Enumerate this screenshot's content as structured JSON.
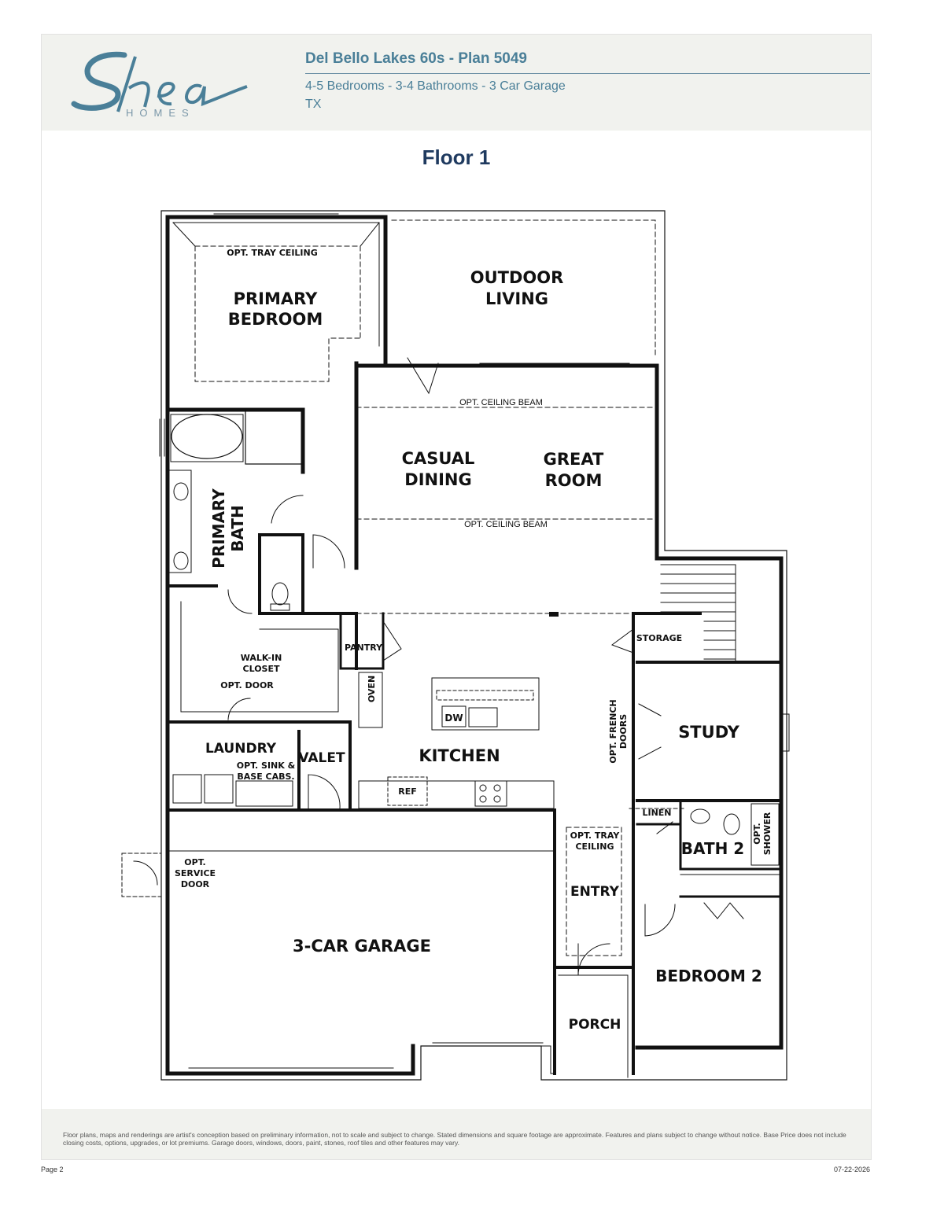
{
  "header": {
    "brand_script": "Shea",
    "brand_sub": "HOMES",
    "plan_title": "Del Bello Lakes 60s - Plan 5049",
    "plan_specs": "4-5 Bedrooms - 3-4 Bathrooms - 3 Car Garage",
    "state": "TX",
    "brand_color": "#4a7f98"
  },
  "floor_title": "Floor 1",
  "rooms": {
    "opt_tray_ceiling_primary": "OPT. TRAY CEILING",
    "primary_bedroom": [
      "PRIMARY",
      "BEDROOM"
    ],
    "outdoor_living": [
      "OUTDOOR",
      "LIVING"
    ],
    "opt_ceiling_beam": "OPT. CEILING BEAM",
    "casual_dining": [
      "CASUAL",
      "DINING"
    ],
    "great_room": [
      "GREAT",
      "ROOM"
    ],
    "primary_bath": [
      "PRIMARY",
      "BATH"
    ],
    "pantry": "PANTRY",
    "storage": "STORAGE",
    "walk_in_closet": [
      "WALK-IN",
      "CLOSET"
    ],
    "opt_door": "OPT. DOOR",
    "oven": "OVEN",
    "dw": "DW",
    "opt_french_doors": [
      "OPT. FRENCH",
      "DOORS"
    ],
    "study": "STUDY",
    "laundry": "LAUNDRY",
    "opt_sink": [
      "OPT. SINK &",
      "BASE CABS."
    ],
    "valet": "VALET",
    "kitchen": "KITCHEN",
    "ref": "REF",
    "linen": "LINEN",
    "bath_2": "BATH 2",
    "opt_shower": [
      "OPT.",
      "SHOWER"
    ],
    "opt_service_door": [
      "OPT.",
      "SERVICE",
      "DOOR"
    ],
    "opt_tray_ceiling_entry": [
      "OPT. TRAY",
      "CEILING"
    ],
    "entry": "ENTRY",
    "garage": "3-CAR GARAGE",
    "bedroom_2": "BEDROOM 2",
    "porch": "PORCH"
  },
  "footer": {
    "disclaimer": "Floor plans, maps and renderings are artist's conception based on preliminary information, not to scale and subject to change. Stated dimensions and square footage are approximate. Features and plans subject to change without notice. Base Price does not include closing costs, options, upgrades, or lot premiums. Garage doors, windows, doors, paint, stones, roof tiles and other features may vary.",
    "page": "Page 2",
    "date": "07-22-2026"
  }
}
